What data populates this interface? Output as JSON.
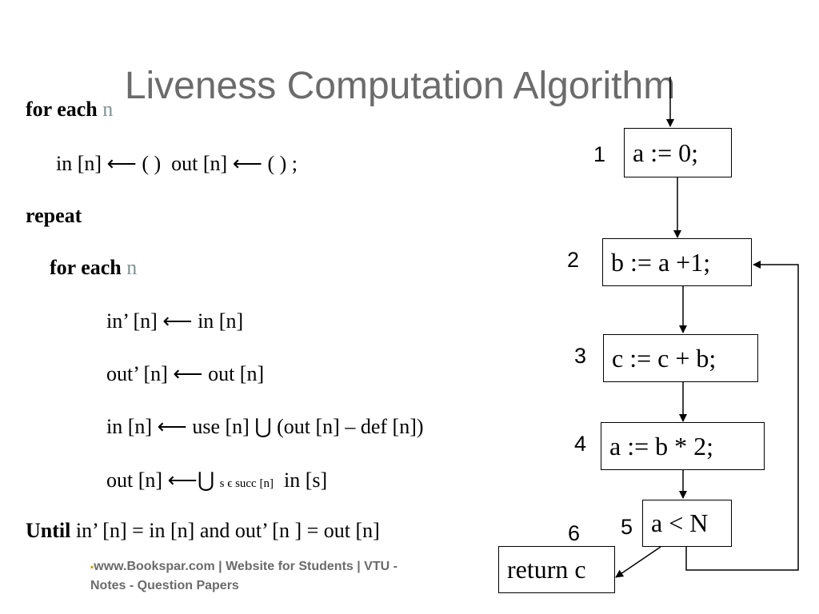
{
  "slide": {
    "title": "Liveness Computation Algorithm"
  },
  "algorithm": {
    "for_each_1": "for each",
    "n_1": "n",
    "init_in": "in [n]",
    "arrow": "⟵",
    "init_paren_1": "( )",
    "init_out": "out [n]",
    "init_paren_2": "( ) ;",
    "repeat": "repeat",
    "for_each_2": "for each",
    "n_2": "n",
    "line_in_prime_lhs": "in’ [n]",
    "line_in_prime_rhs": "in [n]",
    "line_out_prime_lhs": "out’ [n]",
    "line_out_prime_rhs": "out [n]",
    "line_in_lhs": "in [n]",
    "line_in_use": "use [n]",
    "union": "⋃",
    "line_in_rest": "(out [n] – def [n])",
    "line_out_lhs": "out [n]",
    "line_out_sub": "s ϵ succ [n]",
    "line_out_rhs": "in [s]",
    "until": "Until",
    "until_cond": "in’ [n] = in [n] and out’ [n ] = out [n]"
  },
  "footer": {
    "bullet": "▪",
    "text": "www.Bookspar.com | Website for Students | VTU - Notes - Question Papers"
  },
  "flowgraph": {
    "nodes": [
      {
        "num": "1",
        "label": "a  := 0;"
      },
      {
        "num": "2",
        "label": "b  := a +1;"
      },
      {
        "num": "3",
        "label": "c  := c + b;"
      },
      {
        "num": "4",
        "label": "a   := b * 2;"
      },
      {
        "num": "5",
        "label": "a < N"
      },
      {
        "num": "6",
        "label": "return c"
      }
    ]
  }
}
